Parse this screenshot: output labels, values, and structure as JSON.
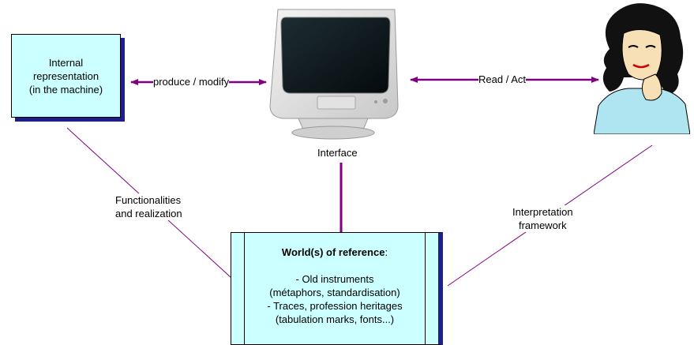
{
  "nodes": {
    "internal": {
      "line1": "Internal",
      "line2": "representation",
      "line3": "(in the machine)"
    },
    "interface": {
      "label": "Interface"
    },
    "world": {
      "title": "World(s) of  reference",
      "title_suffix": ":",
      "item1_line1": "- Old instruments",
      "item1_line2": "(métaphors, standardisation)",
      "item2_line1": "- Traces, profession heritages",
      "item2_line2": "(tabulation marks, fonts...)"
    }
  },
  "edges": {
    "produce": "produce / modify",
    "read": "Read / Act",
    "func_line1": "Functionalities",
    "func_line2": "and realization",
    "interp_line1": "Interpretation",
    "interp_line2": "framework"
  },
  "colors": {
    "box_fill": "#ccffff",
    "box_shadow": "#1e1e8c",
    "arrow": "#800080",
    "line": "#800080"
  },
  "icons": {
    "computer": "crt-monitor-icon",
    "user": "woman-illustration-icon"
  }
}
